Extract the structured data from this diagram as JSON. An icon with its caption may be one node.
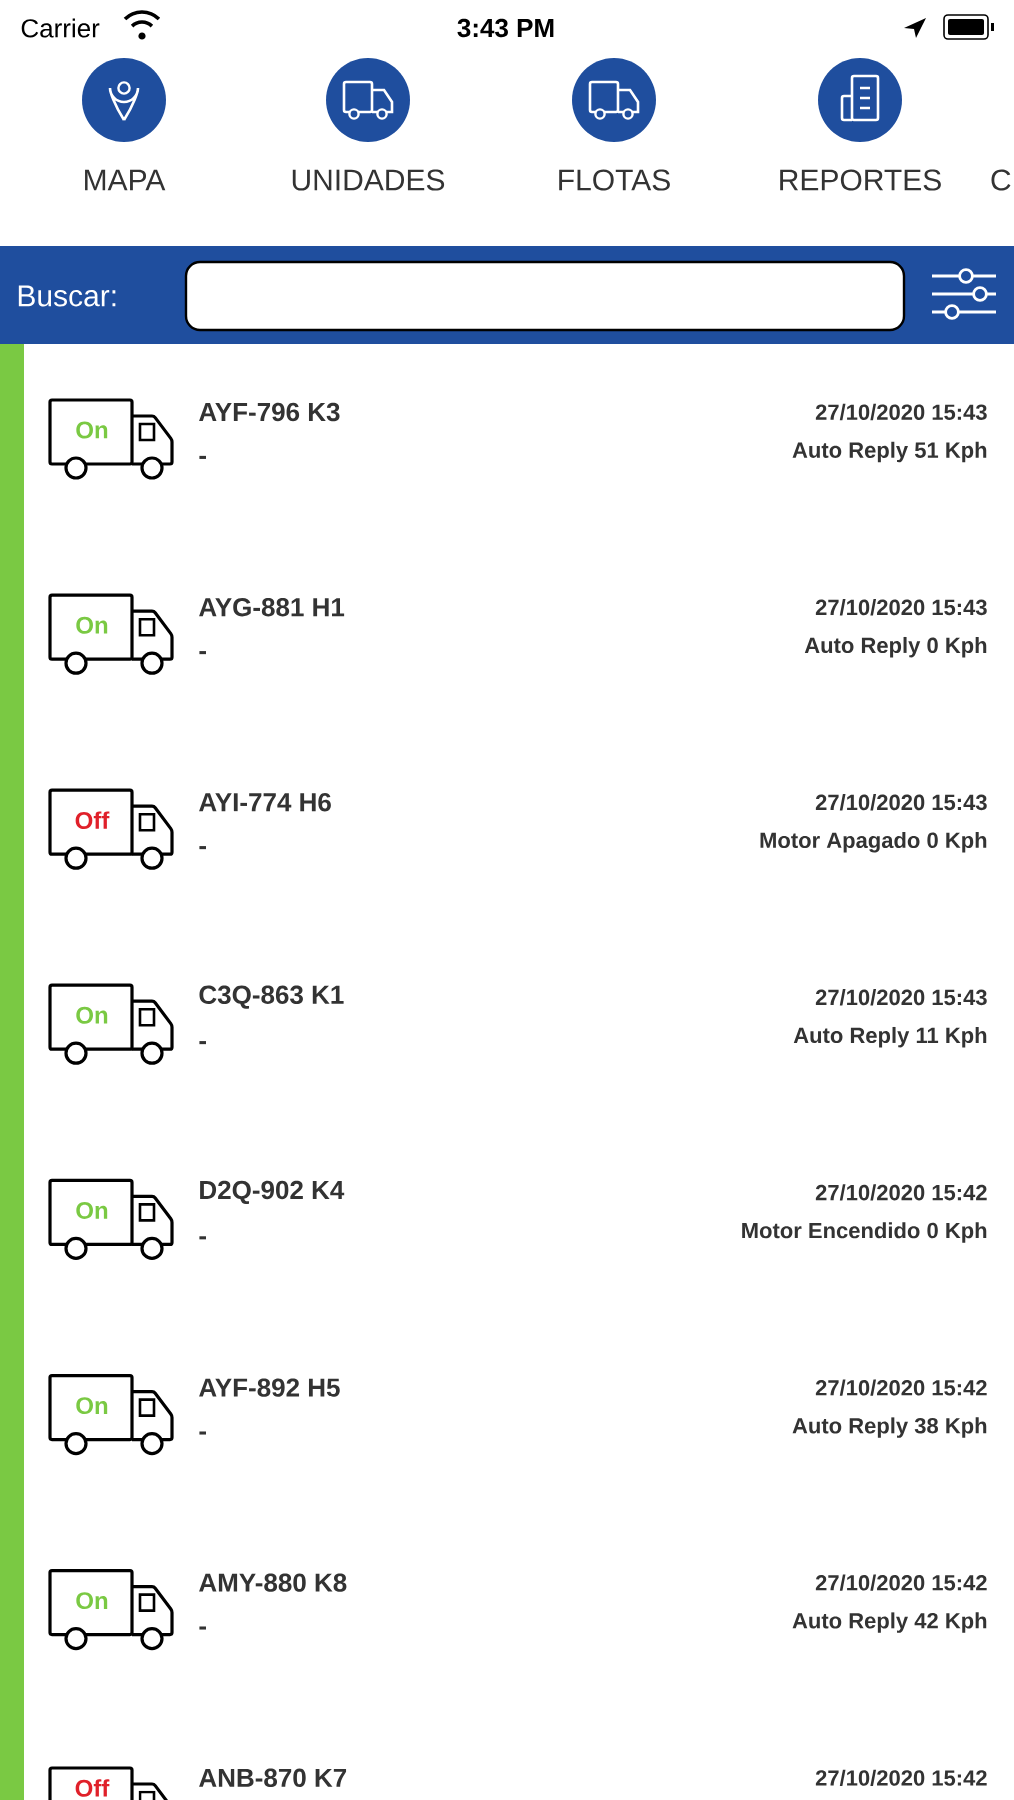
{
  "diagram": {
    "labels": [
      "Carrier",
      "3:43 PM",
      "MAPA",
      "UNIDADES",
      "FLOTAS",
      "REPORTES",
      "C",
      "Buscar:",
      "On",
      "AYF-796 K3",
      "27/10/2020 15:43",
      "-",
      "Auto Reply 51 Kph",
      "On",
      "AYG-881 H1",
      "27/10/2020 15:43",
      "-",
      "Auto Reply 0 Kph",
      "Off",
      "AYI-774 H6",
      "27/10/2020 15:43",
      "-",
      "Motor Apagado 0 Kph",
      "On",
      "C3Q-863 K1",
      "27/10/2020 15:43",
      "-",
      "Auto Reply 11 Kph",
      "On",
      "D2Q-902 K4",
      "27/10/2020 15:42",
      "-",
      "Motor Encendido 0 Kph",
      "On",
      "AYF-892 H5",
      "27/10/2020 15:42",
      "-",
      "Auto Reply 38 Kph",
      "On",
      "AMY-880 K8",
      "27/10/2020 15:42",
      "-",
      "Auto Reply 42 Kph",
      "Off",
      "ANB-870 K7",
      "27/10/2020 15:42"
    ]
  }
}
